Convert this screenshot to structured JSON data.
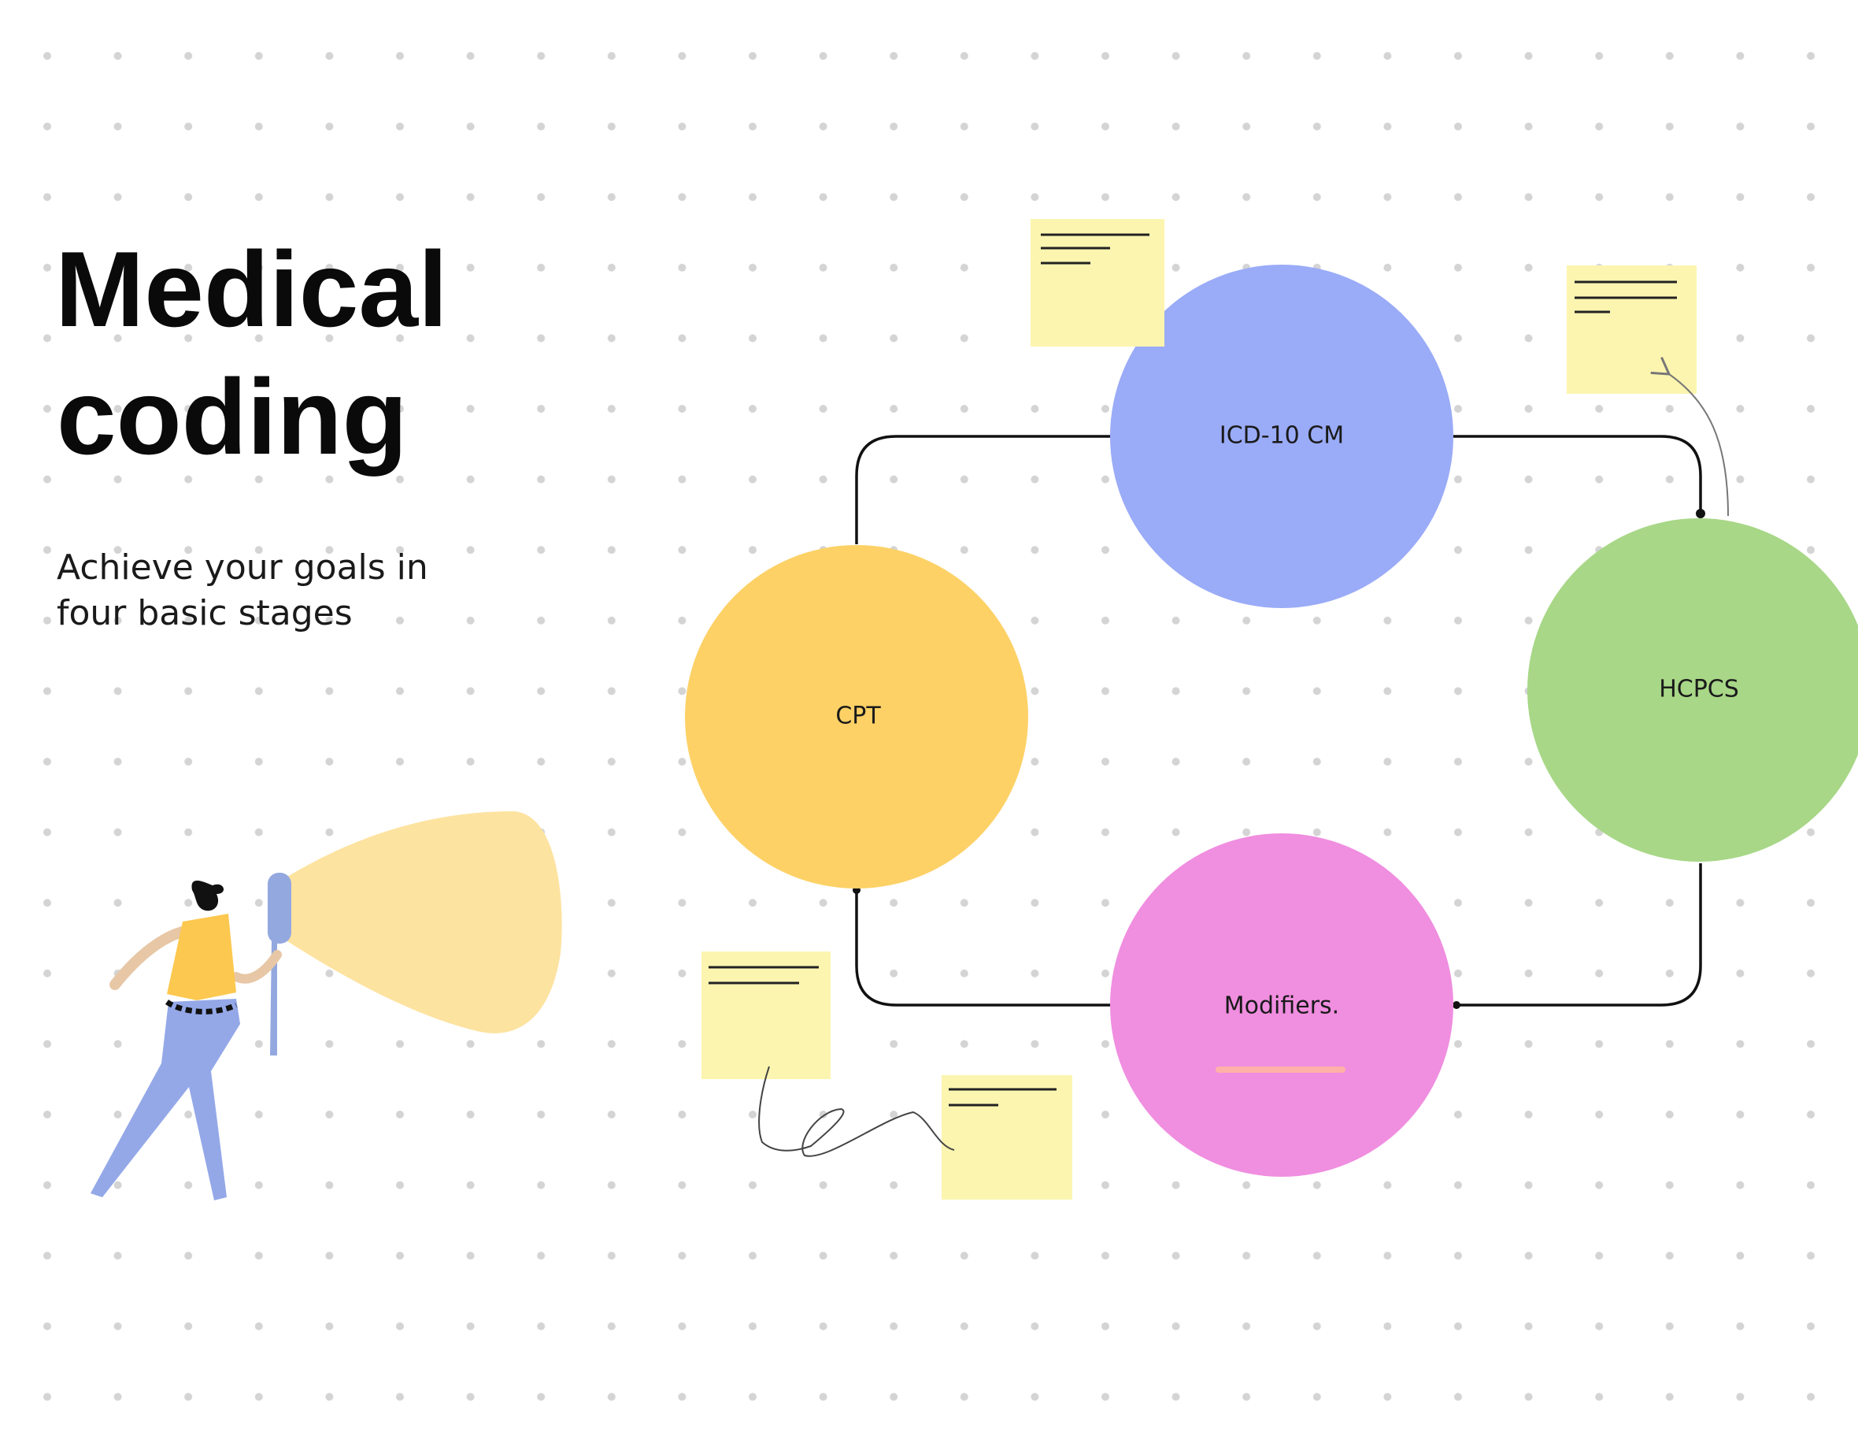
{
  "header": {
    "title_line1": "Medical",
    "title_line2": "coding",
    "subtitle_line1": "Achieve your goals in",
    "subtitle_line2": "four basic stages"
  },
  "stages": [
    {
      "label": "ICD-10 CM",
      "color": "#9aabf7"
    },
    {
      "label": "CPT",
      "color": "#fdd166"
    },
    {
      "label": "HCPCS",
      "color": "#a8d787"
    },
    {
      "label": "Modifiers.",
      "color": "#f08ee0"
    }
  ],
  "colors": {
    "sticky_note": "#fcf5b0",
    "connector": "#111111",
    "dot_grid": "#d4d4d4",
    "beam": "#fde3a0"
  }
}
